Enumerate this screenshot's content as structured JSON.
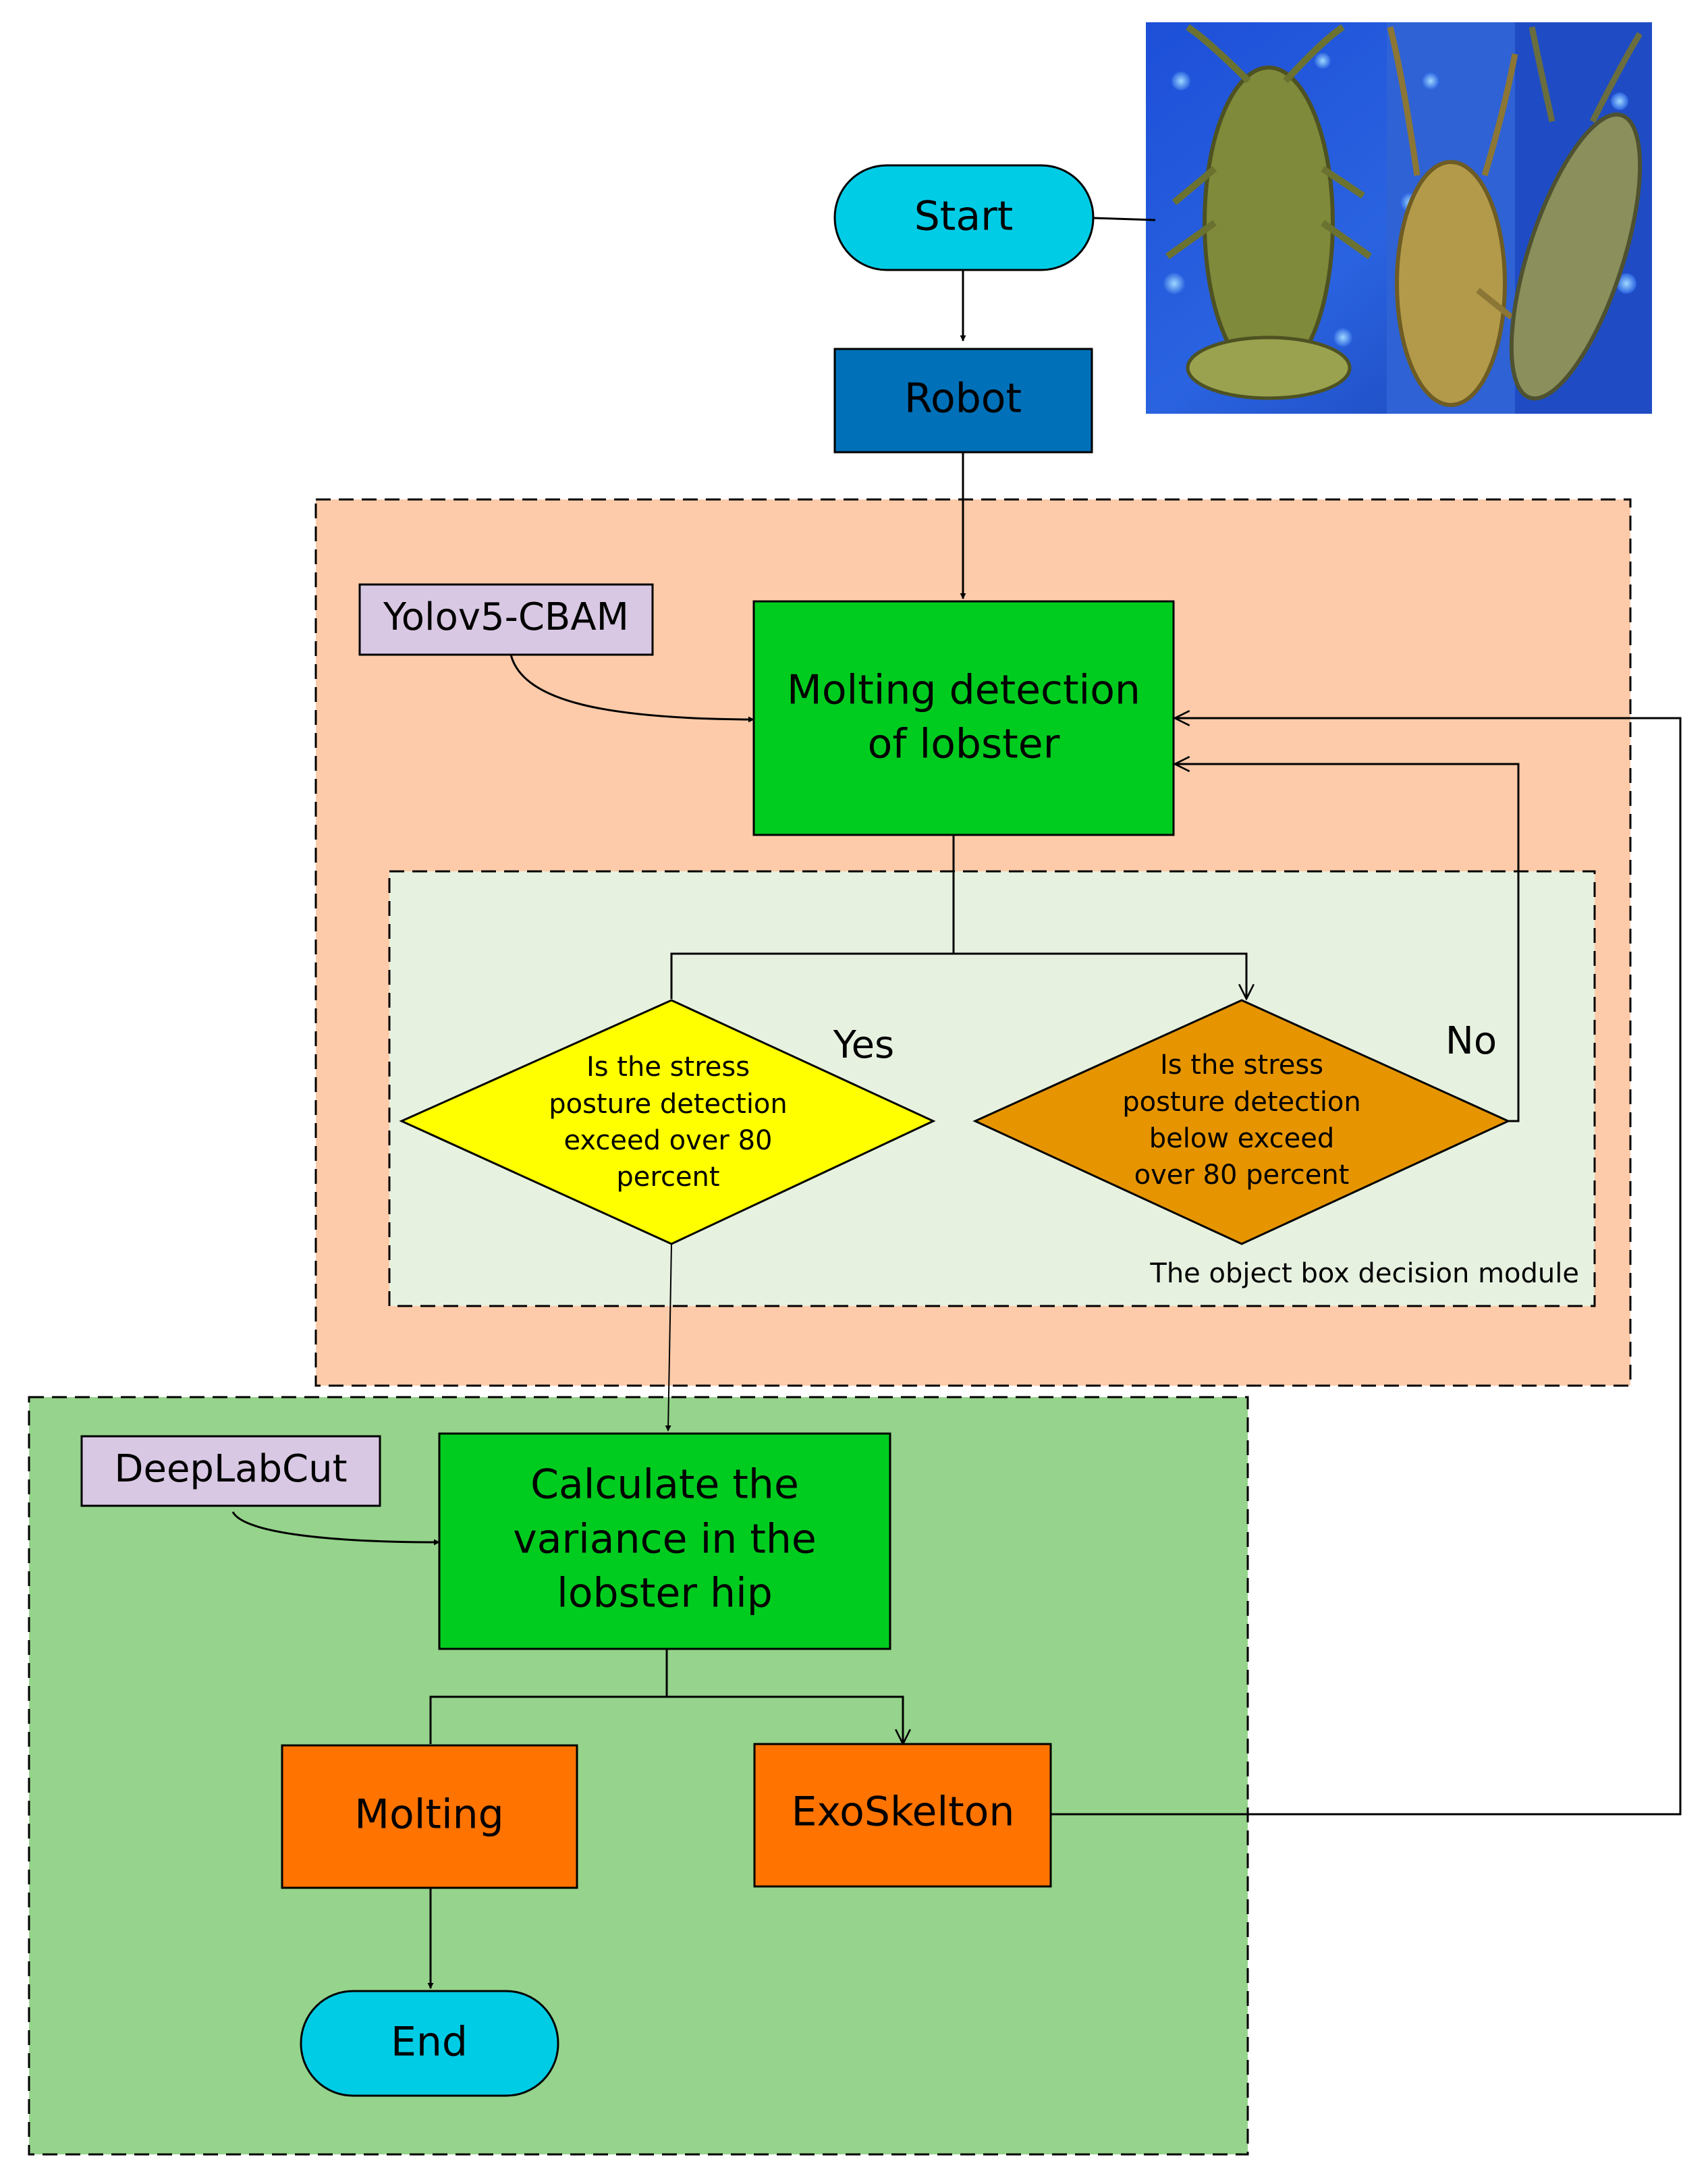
{
  "start": "Start",
  "robot": "Robot",
  "yolo": "Yolov5-CBAM",
  "molting_detection": {
    "line1": "Molting detection",
    "line2": "of lobster"
  },
  "yes": "Yes",
  "no": "No",
  "decision_yes": {
    "line1": "Is the stress",
    "line2": "posture detection",
    "line3": "exceed over 80",
    "line4": "percent"
  },
  "decision_no": {
    "line1": "Is the stress",
    "line2": "posture detection",
    "line3": "below exceed",
    "line4": "over 80 percent"
  },
  "module_label": "The object box decision module",
  "deeplabcut": "DeepLabCut",
  "calculate": {
    "line1": "Calculate the",
    "line2": "variance in the",
    "line3": "lobster hip"
  },
  "molting": "Molting",
  "exoskelton": "ExoSkelton",
  "end": "End",
  "photo": {
    "description": "lobster-photo-strip"
  },
  "colors": {
    "terminal": "#00CCE6",
    "robot": "#0070B8",
    "process_green": "#00CC1F",
    "decision_yes": "#FFFF00",
    "decision_no": "#E69500",
    "orange_box": "#FF7300",
    "lavender": "#D9C8E3",
    "region_salmon": "#FDCBAA",
    "region_light_green": "#E7F1E0",
    "region_green": "#96D38C"
  }
}
